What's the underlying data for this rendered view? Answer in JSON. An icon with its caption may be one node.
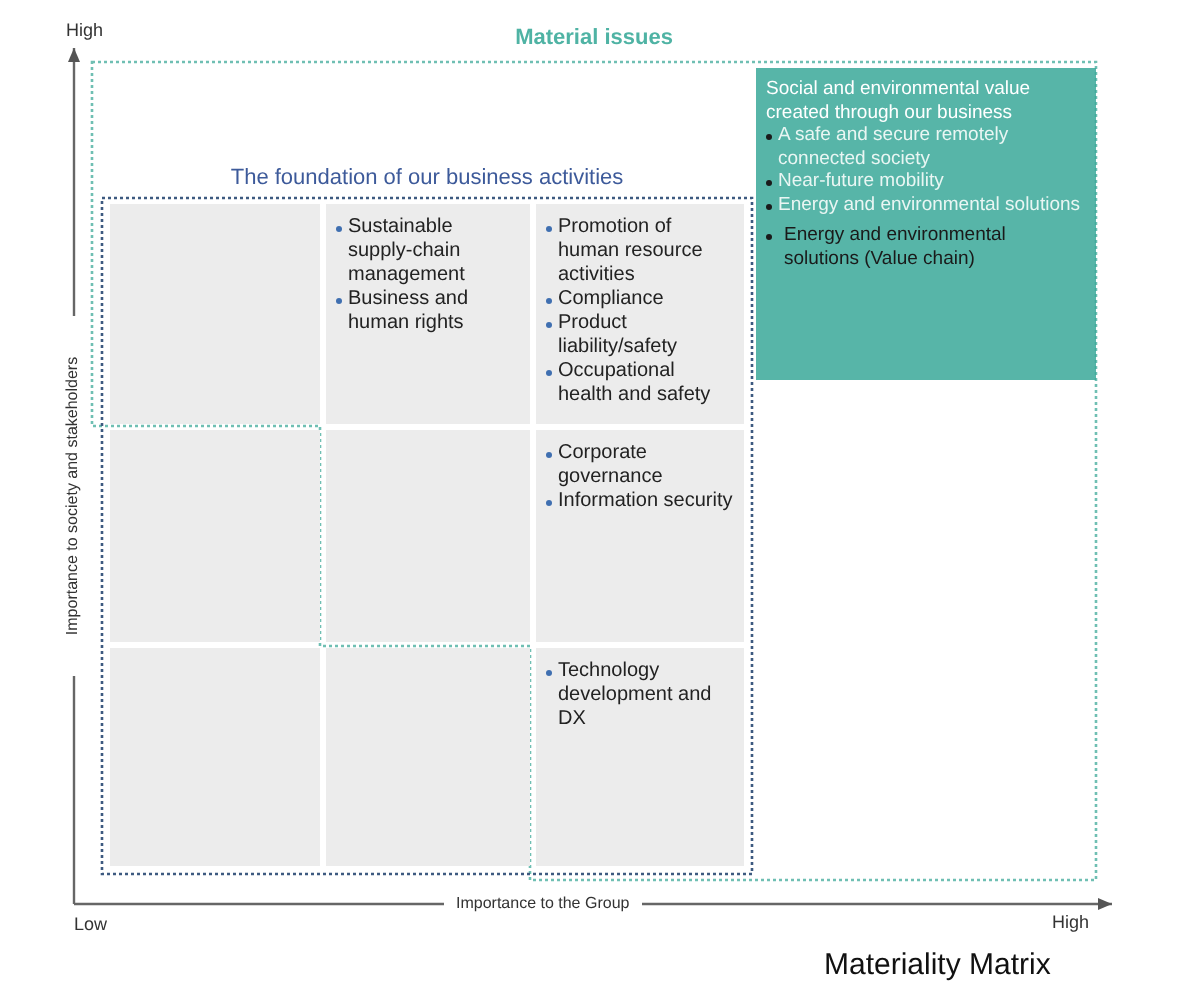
{
  "diagram": {
    "caption": "Materiality Matrix",
    "nodes": [
      {
        "text": [
          "Material issues"
        ]
      },
      {
        "text": [
          "The foundation of our business activities"
        ],
        "in": 0
      },
      {
        "text": [
          "Social and environmental value created through our business",
          "A safe and secure remotely connected society",
          "Near-future mobility",
          "Energy and environmental solutions",
          "Energy and environmental solutions (Value chain)"
        ],
        "in": 0
      },
      {
        "text": [],
        "shape": "box",
        "in": 1
      },
      {
        "text": [
          "Sustainable supply-chain management",
          "Business and human rights"
        ],
        "in": 1
      },
      {
        "text": [
          "Promotion of human resource activities",
          "Compliance",
          "Product liability/safety",
          "Occupational health and safety"
        ],
        "in": 1
      },
      {
        "text": [],
        "shape": "box",
        "in": 1
      },
      {
        "text": [],
        "shape": "box",
        "in": 1
      },
      {
        "text": [
          "Corporate governance",
          "Information security"
        ],
        "in": 1
      },
      {
        "text": [],
        "shape": "box",
        "in": 1
      },
      {
        "text": [],
        "shape": "box",
        "in": 1
      },
      {
        "text": [
          "Technology development and DX"
        ],
        "in": 1
      }
    ],
    "edges": [],
    "labels": [
      "High",
      "Importance to society and stakeholders",
      "Importance to the Group",
      "Low",
      "High"
    ]
  }
}
